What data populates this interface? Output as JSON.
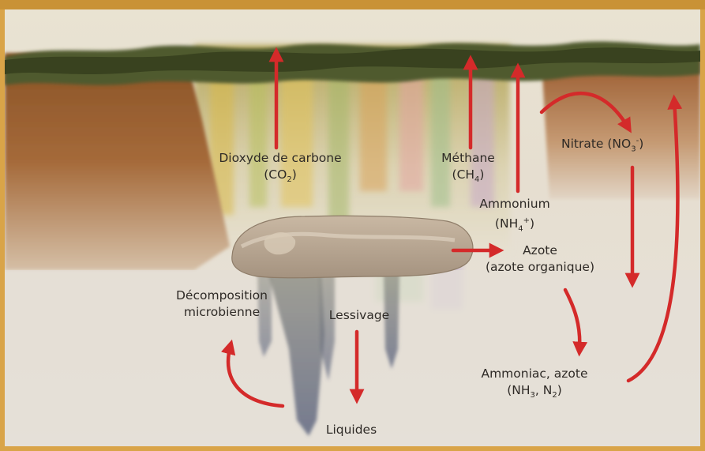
{
  "colors": {
    "frame": "#d9a448",
    "arrow": "#d42a2a",
    "grass": "#4f5a2e",
    "soil_brown": "#9b5a2c",
    "text": "#2e2a26"
  },
  "labels": {
    "co2": {
      "line1": "Dioxyde de carbone",
      "line2_pre": "(CO",
      "line2_sub": "2",
      "line2_post": ")"
    },
    "ch4": {
      "line1": "Méthane",
      "line2_pre": "(CH",
      "line2_sub": "4",
      "line2_post": ")"
    },
    "nitrate": {
      "pre": "Nitrate (NO",
      "sub": "3",
      "sup": "-",
      "post": ")"
    },
    "ammonium": {
      "line1": "Ammonium",
      "line2_pre": "(NH",
      "line2_sub": "4",
      "line2_sup": "+",
      "line2_post": ")"
    },
    "azote": {
      "line1": "Azote",
      "line2": "(azote organique)"
    },
    "decomposition": {
      "line1": "Décomposition",
      "line2": "microbienne"
    },
    "lessivage": "Lessivage",
    "ammoniac": {
      "line1": "Ammoniac, azote",
      "l2_a": "(NH",
      "l2_sub1": "3",
      "l2_b": ", N",
      "l2_sub2": "2",
      "l2_c": ")"
    },
    "liquides": "Liquides"
  }
}
